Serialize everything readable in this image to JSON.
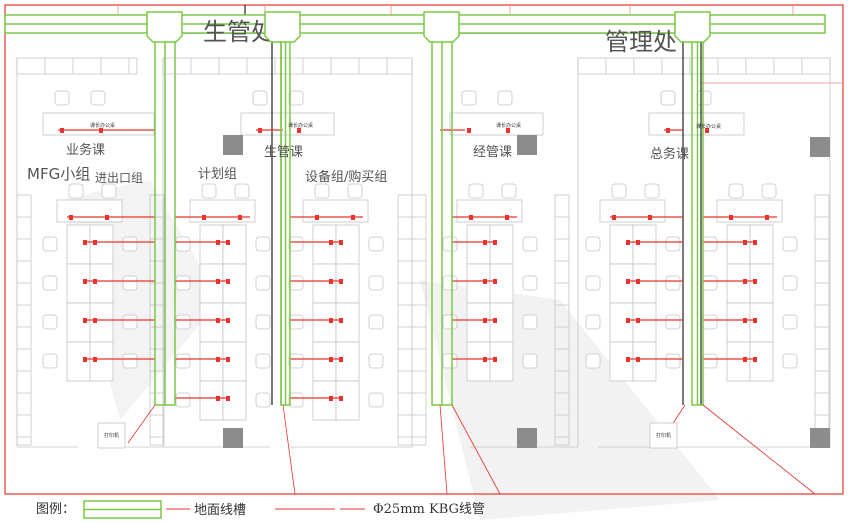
{
  "colors": {
    "trunk": "#7ac943",
    "pipe": "#e8342c",
    "wall": "#bbbbbb",
    "conduit": "#222222",
    "pillar": "#8c8c8c"
  },
  "departments": {
    "production": "生管处",
    "management": "管理处"
  },
  "sections": {
    "sales": "业务课",
    "mfg": "MFG小组",
    "import_export": "进出口组",
    "planning": "计划组",
    "production_control": "生管课",
    "equipment_purchase": "设备组/购买组",
    "business_mgmt": "经管课",
    "general_affairs": "总务课"
  },
  "desk_labels": {
    "manager_desk": "课长办公桌",
    "printer": "打印机"
  },
  "legend": {
    "title": "图例：",
    "floor_trunk": "地面线槽",
    "kbg_pipe": "Φ25mm KBG线管"
  }
}
